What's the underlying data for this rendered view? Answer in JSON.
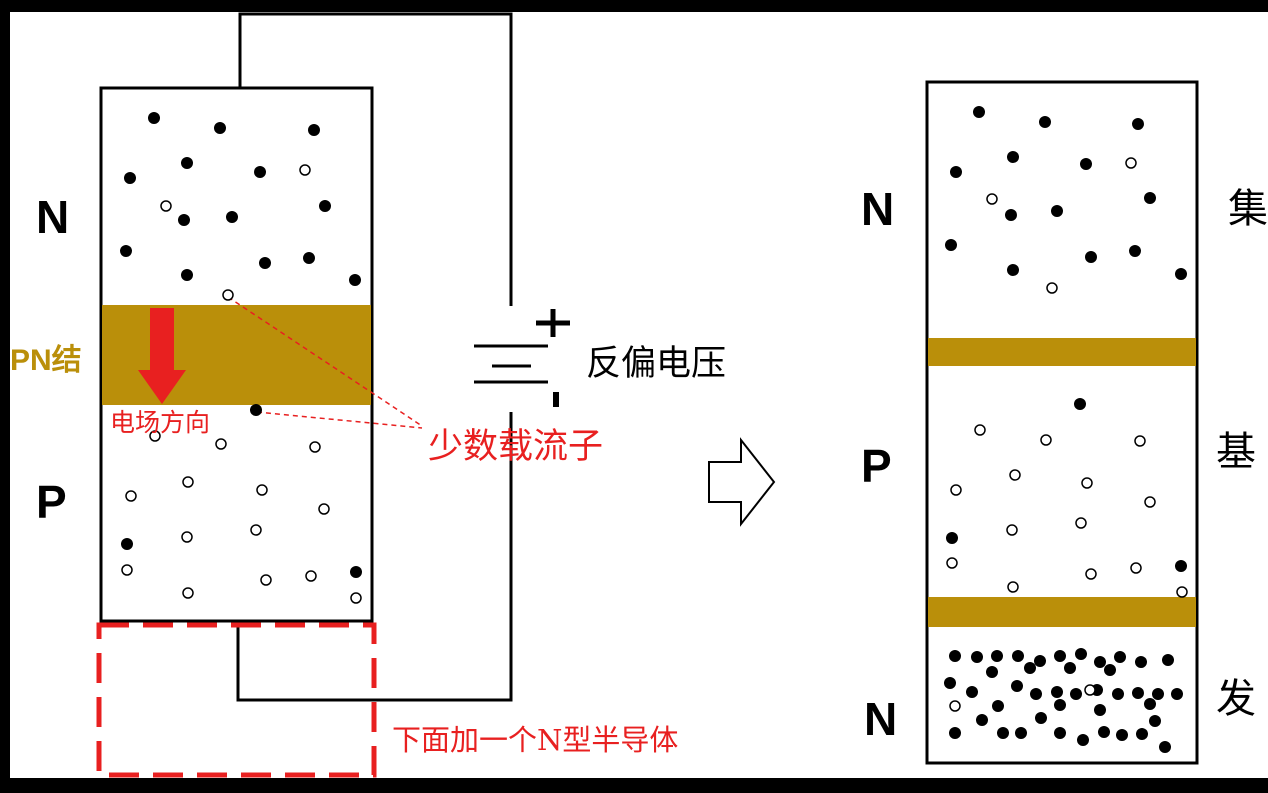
{
  "colors": {
    "junction": "#BA8F0A",
    "red": "#E82020",
    "ink": "#000000",
    "paper": "#FFFFFF"
  },
  "left": {
    "label_n": "N",
    "label_p": "P",
    "label_pn": "PN结",
    "label_field": "电场方向",
    "label_minority": "少数载流子",
    "label_voltage": "反偏电压",
    "label_plus": "+",
    "label_add": "下面加一个N型半导体"
  },
  "right": {
    "label_n_top": "N",
    "label_p": "P",
    "label_n_bottom": "N",
    "label_collector": "集",
    "label_base": "基",
    "label_emitter": "发"
  },
  "icons": {
    "arrow": "right-hollow-arrow-icon",
    "battery": "battery-icon"
  }
}
